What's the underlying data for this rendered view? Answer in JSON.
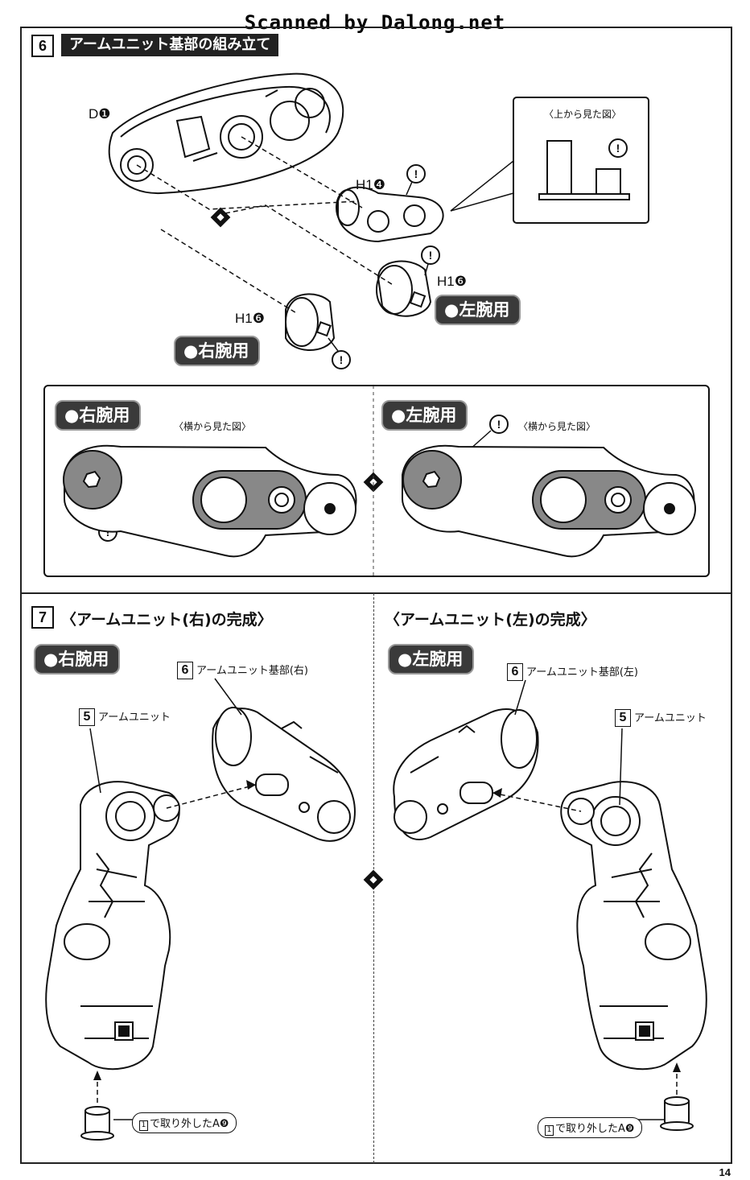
{
  "watermark": "Scanned by Dalong.net",
  "page_number": "14",
  "step6": {
    "number": "6",
    "title": "アームユニット基部の組み立て",
    "part_d1": "D❶",
    "part_h14": "H1❹",
    "part_h16_upper": "H1❻",
    "part_h16_lower": "H1❻",
    "top_view_caption": "〈上から見た図〉",
    "left_arm_label": "●左腕用",
    "right_arm_label": "●右腕用",
    "detail_right_label": "●右腕用",
    "detail_left_label": "●左腕用",
    "side_view_caption_right": "〈横から見た図〉",
    "side_view_caption_left": "〈横から見た図〉"
  },
  "step7": {
    "number": "7",
    "title_right": "〈アームユニット(右)の完成〉",
    "title_left": "〈アームユニット(左)の完成〉",
    "right_arm_label": "●右腕用",
    "left_arm_label": "●左腕用",
    "right": {
      "base_num": "6",
      "base_label": "アームユニット基部(右)",
      "unit_num": "5",
      "unit_label": "アームユニット",
      "removed_num": "1",
      "removed_label": "で取り外したA❾"
    },
    "left": {
      "base_num": "6",
      "base_label": "アームユニット基部(左)",
      "unit_num": "5",
      "unit_label": "アームユニット",
      "removed_num": "1",
      "removed_label": "で取り外したA❾"
    }
  }
}
